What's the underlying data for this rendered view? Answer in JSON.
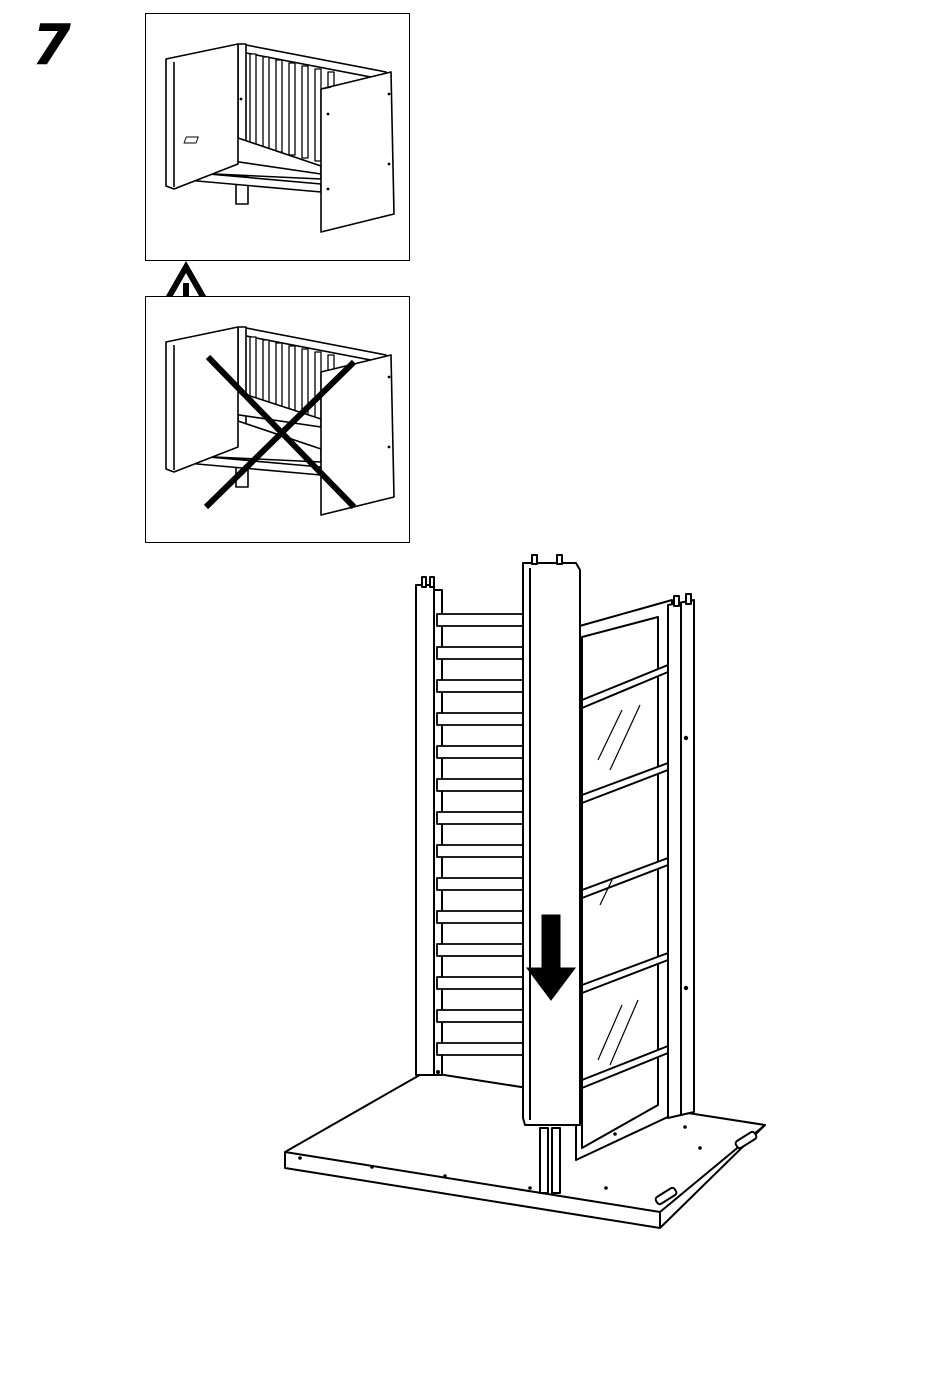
{
  "step": {
    "number": "7"
  },
  "panels": {
    "correct": {
      "name": "crib-correct-assembly"
    },
    "wrong": {
      "name": "crib-incorrect-assembly"
    }
  },
  "icons": {
    "warning": "warning-triangle-icon",
    "cross": "cross-mark-icon",
    "arrow": "arrow-down-icon"
  },
  "colors": {
    "line": "#000000",
    "background": "#ffffff"
  }
}
